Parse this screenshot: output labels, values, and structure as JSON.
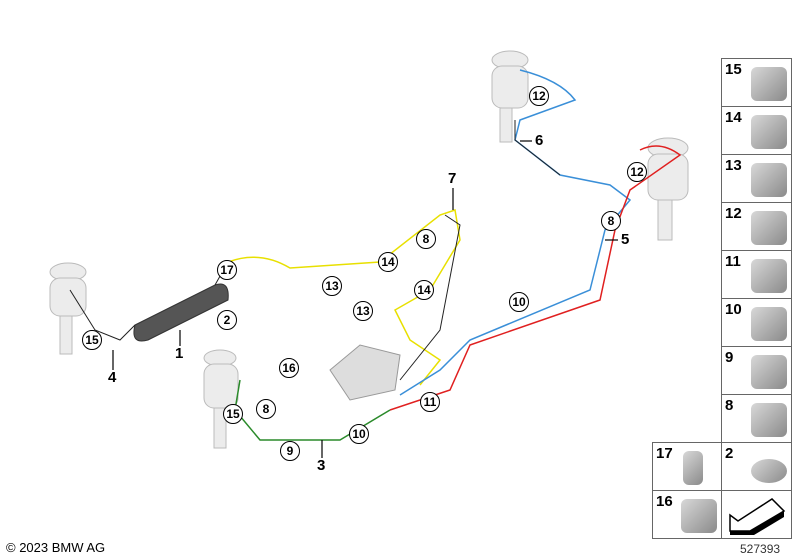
{
  "diagram_id": "527393",
  "copyright": "© 2023 BMW AG",
  "circled_callouts": [
    {
      "label": "12",
      "part": "clip"
    },
    {
      "label": "12",
      "part": "clip"
    },
    {
      "label": "8",
      "part": "clip"
    },
    {
      "label": "10",
      "part": "clip"
    },
    {
      "label": "11",
      "part": "clip"
    },
    {
      "label": "10",
      "part": "clip"
    },
    {
      "label": "9",
      "part": "clip"
    },
    {
      "label": "8",
      "part": "clip"
    },
    {
      "label": "15",
      "part": "clip"
    },
    {
      "label": "16",
      "part": "clip"
    },
    {
      "label": "13",
      "part": "clip"
    },
    {
      "label": "14",
      "part": "clip"
    },
    {
      "label": "13",
      "part": "clip"
    },
    {
      "label": "14",
      "part": "clip"
    },
    {
      "label": "8",
      "part": "clip"
    },
    {
      "label": "17",
      "part": "valve"
    },
    {
      "label": "2",
      "part": "nut"
    },
    {
      "label": "15",
      "part": "clip"
    }
  ],
  "plain_callouts": [
    "7",
    "6",
    "5",
    "4",
    "1",
    "3"
  ],
  "parts_panel": {
    "right_column": [
      "15",
      "14",
      "13",
      "12",
      "11",
      "10",
      "9",
      "8"
    ],
    "bottom_left": [
      "17",
      "16"
    ],
    "bottom_right": [
      "2"
    ]
  },
  "colors": {
    "yellow": "#e8e000",
    "blue": "#3a8fd8",
    "red": "#e02020",
    "green": "#2a8a2a",
    "black": "#222222"
  }
}
